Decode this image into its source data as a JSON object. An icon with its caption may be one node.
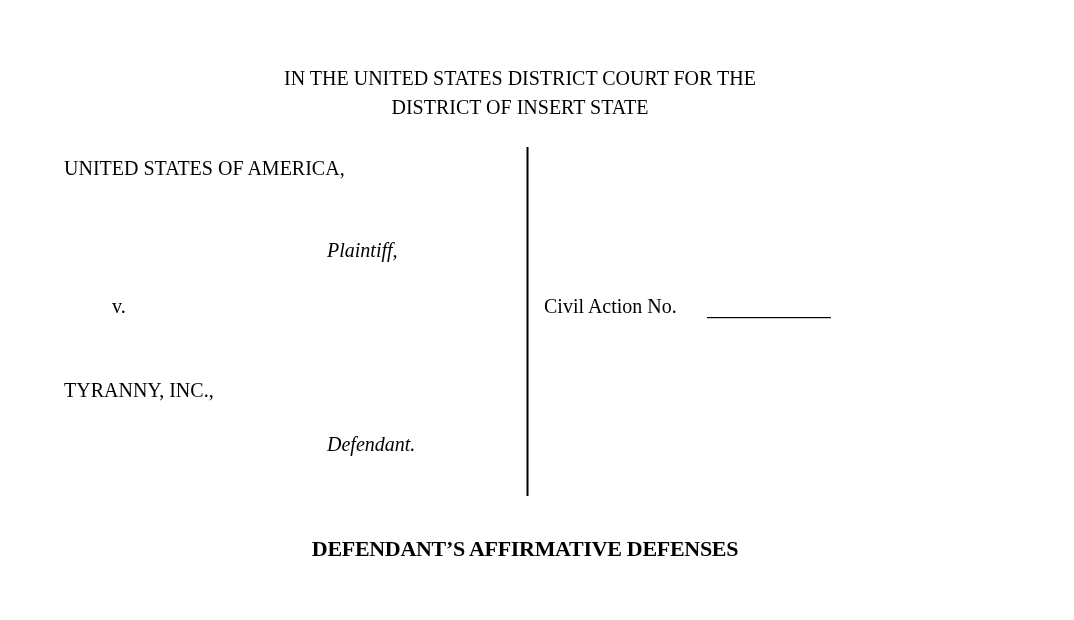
{
  "diagram": {
    "title": "IN THE UNITED STATES DISTRICT COURT FOR THE DISTRICT OF INSERT STATE",
    "labels": [
      "UNITED STATES OF AMERICA,",
      "Plaintiff,",
      "v.",
      "Civil Action No.",
      "TYRANNY, INC.,",
      "Defendant."
    ],
    "caption": "DEFENDANT’S AFFIRMATIVE DEFENSES"
  }
}
